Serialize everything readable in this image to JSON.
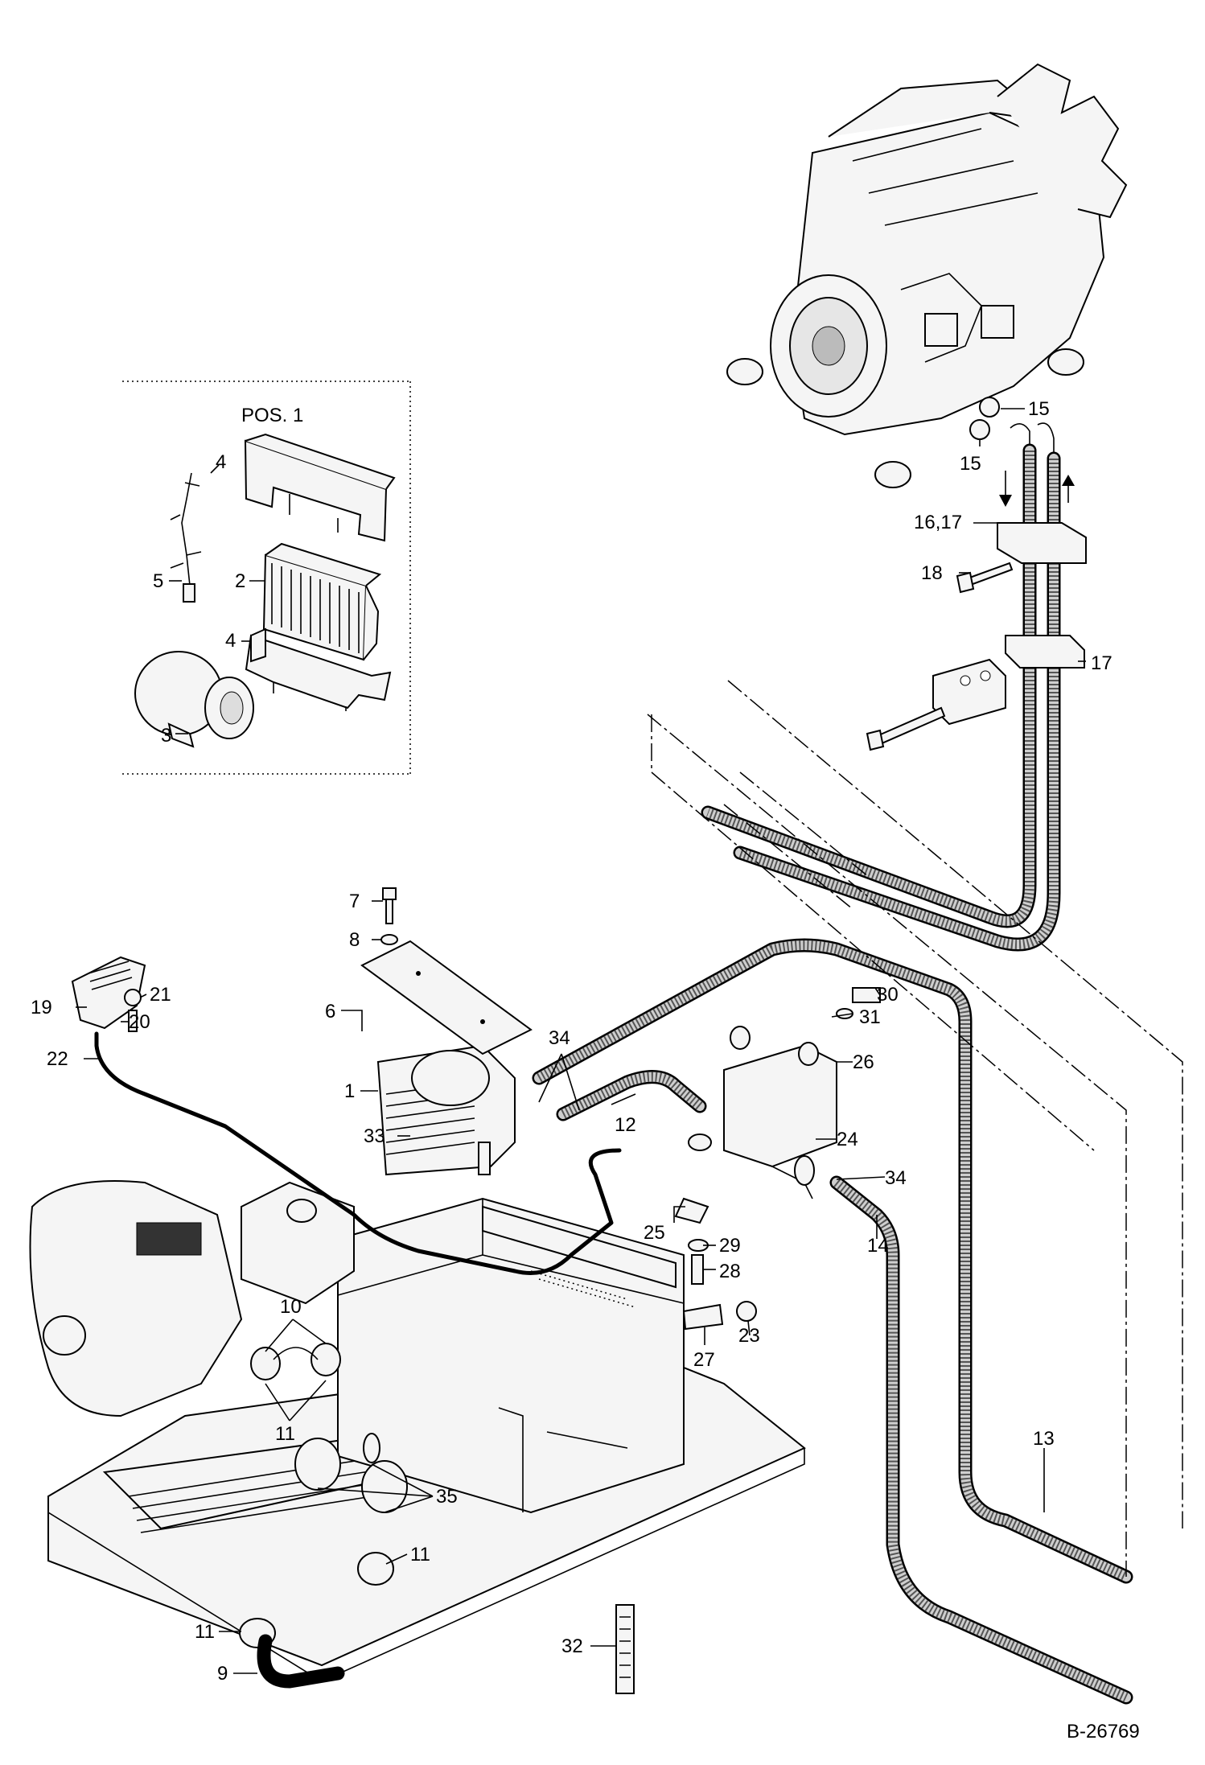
{
  "diagram": {
    "inset_title": "POS. 1",
    "figure_id": "B-26769",
    "callouts": [
      {
        "id": "c1",
        "text": "1"
      },
      {
        "id": "c2",
        "text": "2"
      },
      {
        "id": "c3",
        "text": "3"
      },
      {
        "id": "c4a",
        "text": "4"
      },
      {
        "id": "c4b",
        "text": "4"
      },
      {
        "id": "c5",
        "text": "5"
      },
      {
        "id": "c6",
        "text": "6"
      },
      {
        "id": "c7",
        "text": "7"
      },
      {
        "id": "c8",
        "text": "8"
      },
      {
        "id": "c9",
        "text": "9"
      },
      {
        "id": "c10",
        "text": "10"
      },
      {
        "id": "c11a",
        "text": "11"
      },
      {
        "id": "c11b",
        "text": "11"
      },
      {
        "id": "c11c",
        "text": "11"
      },
      {
        "id": "c12",
        "text": "12"
      },
      {
        "id": "c13",
        "text": "13"
      },
      {
        "id": "c14",
        "text": "14"
      },
      {
        "id": "c15a",
        "text": "15"
      },
      {
        "id": "c15b",
        "text": "15"
      },
      {
        "id": "c1617",
        "text": "16,17"
      },
      {
        "id": "c17",
        "text": "17"
      },
      {
        "id": "c18",
        "text": "18"
      },
      {
        "id": "c19",
        "text": "19"
      },
      {
        "id": "c20",
        "text": "20"
      },
      {
        "id": "c21",
        "text": "21"
      },
      {
        "id": "c22",
        "text": "22"
      },
      {
        "id": "c23",
        "text": "23"
      },
      {
        "id": "c24",
        "text": "24"
      },
      {
        "id": "c25",
        "text": "25"
      },
      {
        "id": "c26",
        "text": "26"
      },
      {
        "id": "c27",
        "text": "27"
      },
      {
        "id": "c28",
        "text": "28"
      },
      {
        "id": "c29",
        "text": "29"
      },
      {
        "id": "c30",
        "text": "30"
      },
      {
        "id": "c31",
        "text": "31"
      },
      {
        "id": "c32",
        "text": "32"
      },
      {
        "id": "c33",
        "text": "33"
      },
      {
        "id": "c34a",
        "text": "34"
      },
      {
        "id": "c34b",
        "text": "34"
      },
      {
        "id": "c35",
        "text": "35"
      }
    ]
  }
}
